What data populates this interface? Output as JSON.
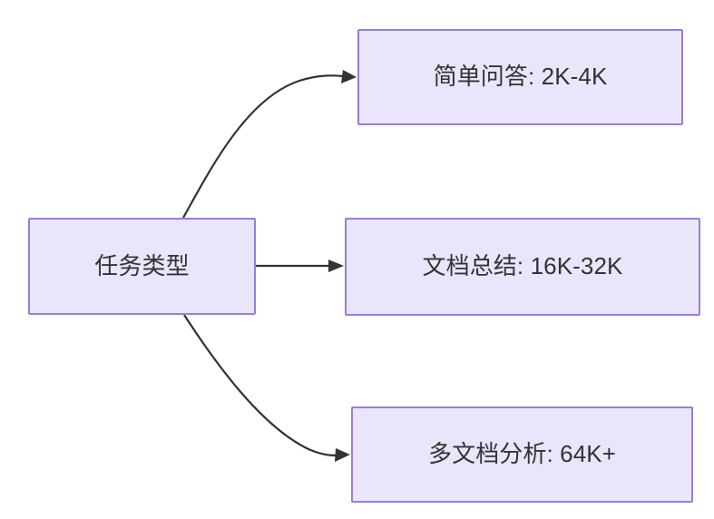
{
  "diagram": {
    "type": "flowchart",
    "direction": "left-to-right",
    "background_color": "#ffffff",
    "node_fill_color": "#e9e5fa",
    "node_border_color": "#9a7ce0",
    "text_color": "#333333",
    "edge_color": "#333333",
    "root": {
      "id": "task-type",
      "label": "任务类型"
    },
    "branches": [
      {
        "id": "simple-qa",
        "label": "简单问答: 2K-4K",
        "edge_style": "curved-up",
        "arrow_marker": "triangle-arrowhead"
      },
      {
        "id": "doc-summary",
        "label": "文档总结: 16K-32K",
        "edge_style": "straight",
        "arrow_marker": "triangle-arrowhead"
      },
      {
        "id": "multidoc-analysis",
        "label": "多文档分析: 64K+",
        "edge_style": "curved-down",
        "arrow_marker": "triangle-arrowhead"
      }
    ]
  }
}
